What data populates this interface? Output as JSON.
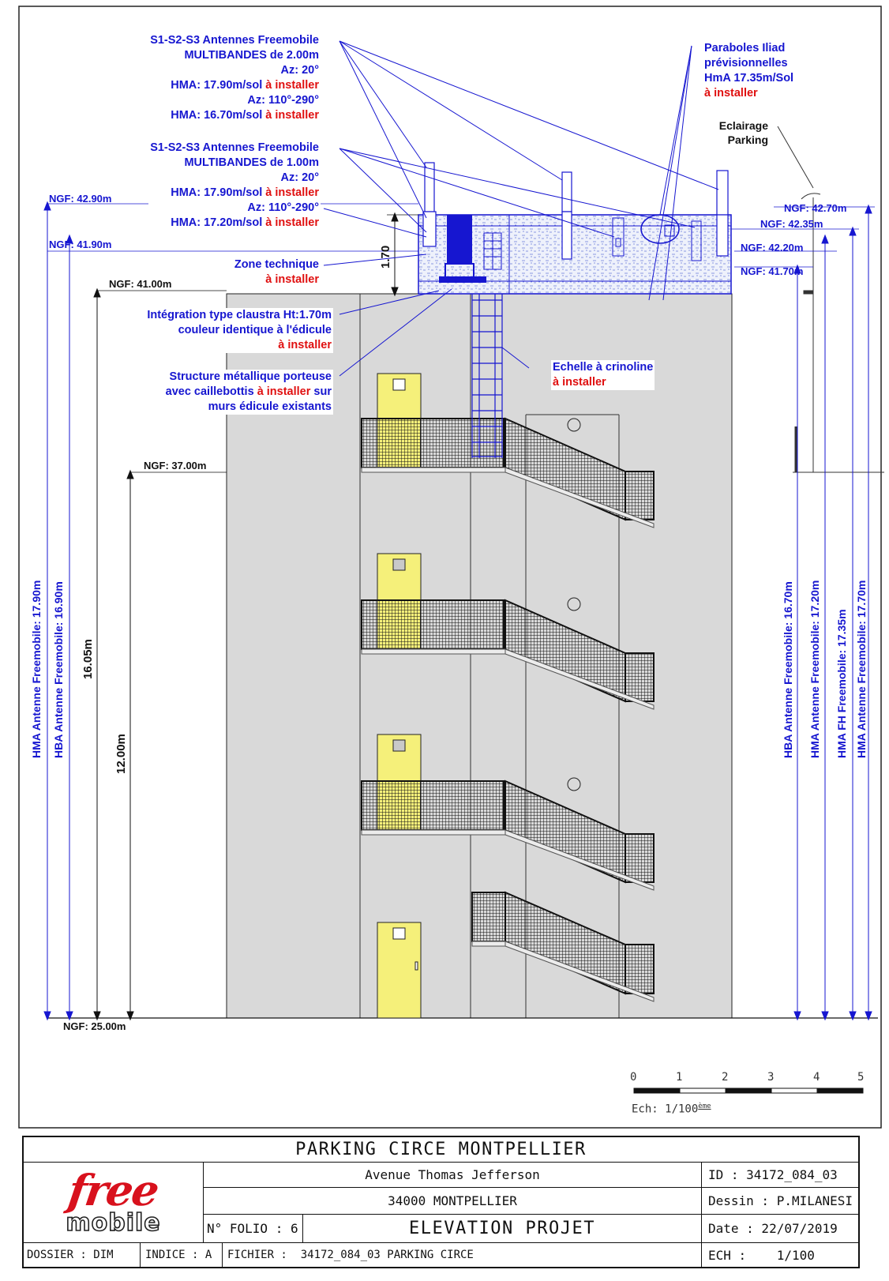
{
  "labels": {
    "antennas_2m": {
      "l1": "S1-S2-S3 Antennes Freemobile",
      "l2": "MULTIBANDES de 2.00m",
      "l3": "Az: 20°",
      "l4": "HMA: 17.90m/sol",
      "l5": "Az: 110°-290°",
      "l6": "HMA: 16.70m/sol"
    },
    "antennas_1m": {
      "l1": "S1-S2-S3 Antennes Freemobile",
      "l2": "MULTIBANDES de 1.00m",
      "l3": "Az: 20°",
      "l4": "HMA: 17.90m/sol",
      "l5": "Az: 110°-290°",
      "l6": "HMA: 17.20m/sol"
    },
    "to_install": "à installer",
    "paraboles": {
      "l1": "Paraboles Iliad",
      "l2": "prévisionnelles",
      "l3": "HmA 17.35m/Sol"
    },
    "eclairage": {
      "l1": "Eclairage",
      "l2": "Parking"
    },
    "zone_technique": "Zone technique",
    "integration": {
      "l1": "Intégration type claustra Ht:1.70m",
      "l2": "couleur identique à l'édicule"
    },
    "structure": {
      "l1": "Structure métallique porteuse",
      "l2a": "avec caillebottis",
      "l2b": "sur",
      "l3": "murs édicule existants"
    },
    "echelle": "Echelle à crinoline"
  },
  "levels": {
    "ngf_4290": "NGF: 42.90m",
    "ngf_4190": "NGF: 41.90m",
    "ngf_4100": "NGF: 41.00m",
    "ngf_3700": "NGF: 37.00m",
    "ngf_2500": "NGF: 25.00m",
    "ngf_4270": "NGF: 42.70m",
    "ngf_4235": "NGF: 42.35m",
    "ngf_4220": "NGF: 42.20m",
    "ngf_4170": "NGF: 41.70m"
  },
  "dimensions": {
    "hma_left": "HMA Antenne Freemobile: 17.90m",
    "hba_left": "HBA Antenne Freemobile: 16.90m",
    "d1605": "16.05m",
    "d1200": "12.00m",
    "d170": "1.70",
    "hba_right": "HBA Antenne Freemobile: 16.70m",
    "hma_right1": "HMA Antenne Freemobile: 17.20m",
    "hma_fh": "HMA FH Freemobile: 17.35m",
    "hma_right2": "HMA Antenne Freemobile: 17.70m"
  },
  "scale_bar": {
    "ticks": [
      "0",
      "1",
      "2",
      "3",
      "4",
      "5"
    ],
    "caption": "Ech: 1/100",
    "caption_sup": "ème"
  },
  "title_block": {
    "project": "PARKING CIRCE MONTPELLIER",
    "address1": "Avenue Thomas Jefferson",
    "address2": "34000 MONTPELLIER",
    "folio": "N° FOLIO : 6",
    "drawing_title": "ELEVATION PROJET",
    "id": "ID : 34172_084_03",
    "dessin": "Dessin : P.MILANESI",
    "date": "Date : 22/07/2019",
    "dossier": "DOSSIER : DIM",
    "indice": "INDICE : A",
    "fichier_label": "FICHIER :",
    "fichier": "34172_084_03 PARKING CIRCE",
    "ech_label": "ECH :",
    "ech": "1/100",
    "logo_top": "free",
    "logo_bottom": "mobile"
  },
  "colors": {
    "blue": "#1616d0",
    "red": "#e01010",
    "building": "#d9d9d9",
    "door": "#f5f07a",
    "accent_logo": "#d8111d"
  }
}
